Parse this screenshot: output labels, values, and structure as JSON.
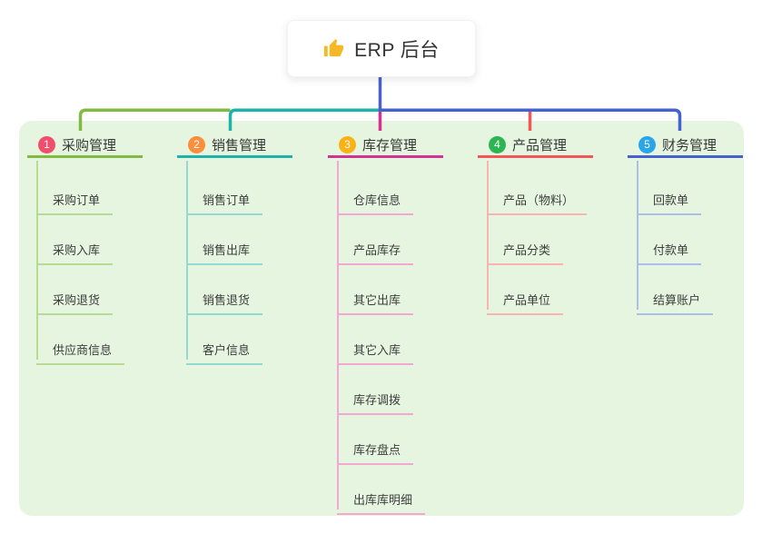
{
  "root": {
    "label": "ERP 后台",
    "icon": "thumbs-up-icon",
    "line_color": "#4b5fd3"
  },
  "branches": [
    {
      "index": "1",
      "label": "采购管理",
      "badge_color": "#f14e6d",
      "line_color": "#80ba40",
      "child_line_color": "#b7db90",
      "children": [
        "采购订单",
        "采购入库",
        "采购退货",
        "供应商信息"
      ]
    },
    {
      "index": "2",
      "label": "销售管理",
      "badge_color": "#fc8e3d",
      "line_color": "#1eb3a9",
      "child_line_color": "#96d9d2",
      "children": [
        "销售订单",
        "销售出库",
        "销售退货",
        "客户信息"
      ]
    },
    {
      "index": "3",
      "label": "库存管理",
      "badge_color": "#fcb116",
      "line_color": "#d23393",
      "child_line_color": "#f3a8d2",
      "children": [
        "仓库信息",
        "产品库存",
        "其它出库",
        "其它入库",
        "库存调拨",
        "库存盘点",
        "出库库明细"
      ]
    },
    {
      "index": "4",
      "label": "产品管理",
      "badge_color": "#2cb552",
      "line_color": "#f25658",
      "child_line_color": "#fab3b1",
      "children": [
        "产品（物料）",
        "产品分类",
        "产品单位"
      ]
    },
    {
      "index": "5",
      "label": "财务管理",
      "badge_color": "#29a6e8",
      "line_color": "#4561cf",
      "child_line_color": "#aebde9",
      "children": [
        "回款单",
        "付款单",
        "结算账户"
      ]
    }
  ],
  "colors": {
    "canvas_bg": "#ffffff",
    "panel_bg": "#e6f5e0",
    "text": "#3d3d3d"
  }
}
